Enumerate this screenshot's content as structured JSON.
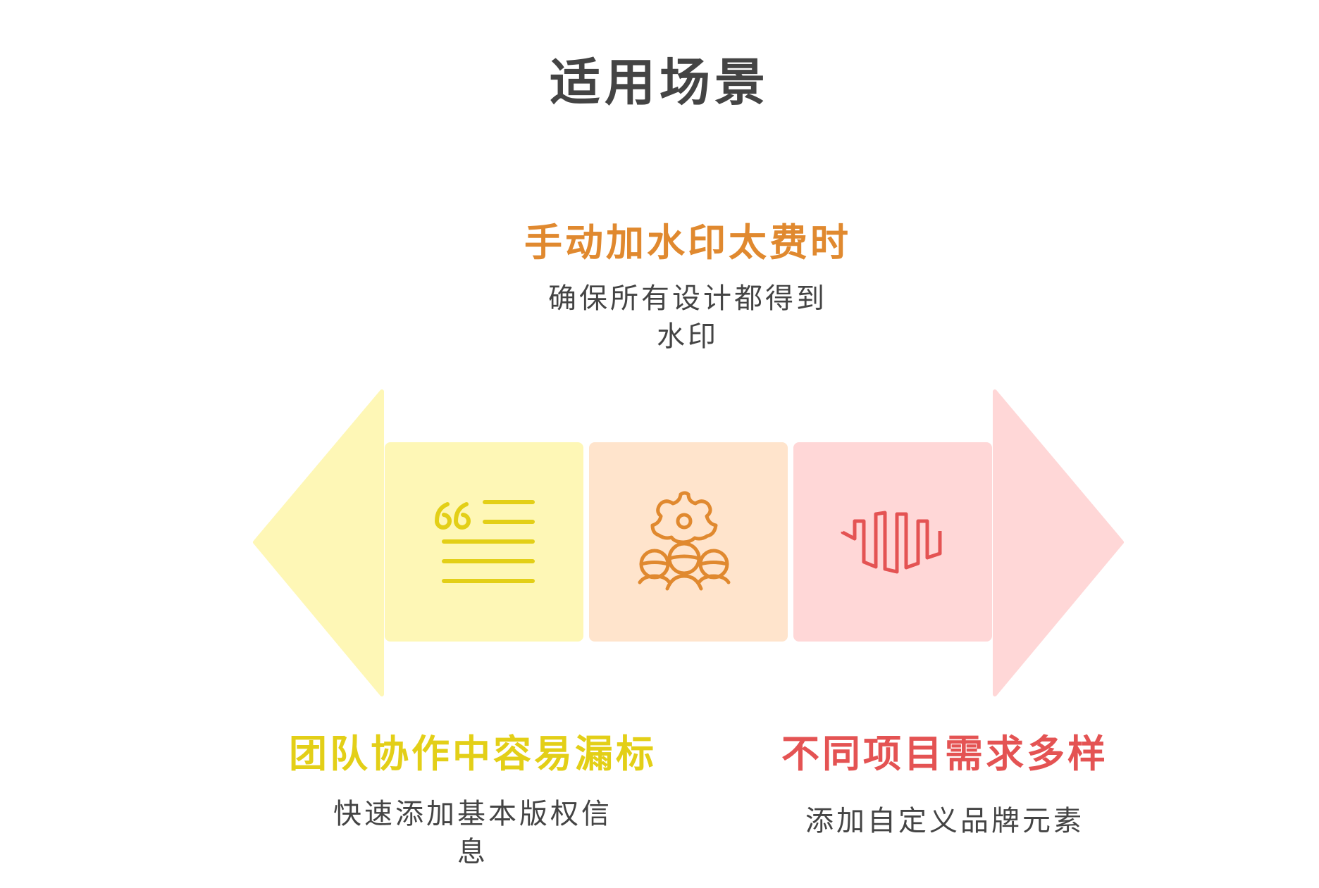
{
  "title": "适用场景",
  "colors": {
    "yellow": "#E3CF17",
    "yellow_fill": "#FEF7B6",
    "orange": "#E0892F",
    "orange_fill": "#FFE4CC",
    "red": "#E45353",
    "red_fill": "#FFD7D7",
    "text": "#444444"
  },
  "items": [
    {
      "heading": "团队协作中容易漏标",
      "description": "快速添加基本版权信息",
      "icon": "quote-text-icon",
      "color": "#E3CF17"
    },
    {
      "heading": "手动加水印太费时",
      "description": "确保所有设计都得到水印",
      "icon": "team-gear-icon",
      "color": "#E0892F"
    },
    {
      "heading": "不同项目需求多样",
      "description": "添加自定义品牌元素",
      "icon": "waveform-icon",
      "color": "#E45353"
    }
  ]
}
